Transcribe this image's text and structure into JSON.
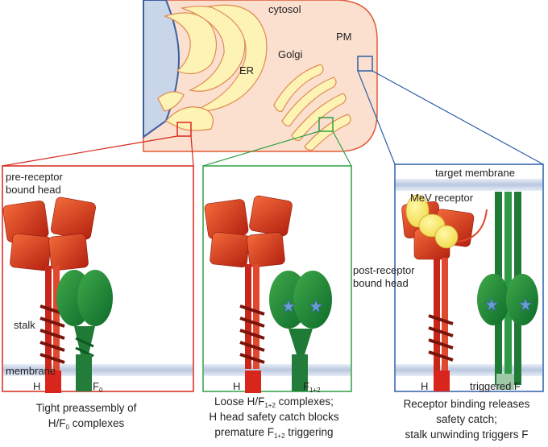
{
  "cell": {
    "cytosol": "cytosol",
    "golgi": "Golgi",
    "er": "ER",
    "pm": "PM"
  },
  "panel1": {
    "head_line1": "pre-receptor",
    "head_line2": "bound head",
    "stalk": "stalk",
    "membrane": "membrane",
    "h": "H",
    "f": "F",
    "f_sub": "0",
    "caption_line1": "Tight preassembly of",
    "caption_line2_pre": "H/F",
    "caption_line2_sub": "0",
    "caption_line2_post": " complexes"
  },
  "panel2": {
    "h": "H",
    "f": "F",
    "f_sub": "1+2",
    "caption_line1_pre": "Loose H/F",
    "caption_line1_sub": "1+2",
    "caption_line1_post": " complexes;",
    "caption_line2": "H head safety catch blocks",
    "caption_line3_pre": "premature F",
    "caption_line3_sub": "1+2",
    "caption_line3_post": " triggering"
  },
  "panel3": {
    "target_membrane": "target membrane",
    "receptor": "MeV receptor",
    "head_line1": "post-receptor",
    "head_line2": "bound head",
    "h": "H",
    "triggered": "triggered F",
    "caption_line1": "Receptor binding releases",
    "caption_line2": "safety catch;",
    "caption_line3": "stalk unwinding triggers F"
  },
  "colors": {
    "cell_fill": "#fbe0cf",
    "cell_border": "#e05a3a",
    "nucleus": "#c9d6ea",
    "golgi_fill": "#fdf3b5",
    "box_red": "#d9261c",
    "box_green": "#2ea043",
    "box_blue": "#2f5fa8",
    "membrane": "#c7d3e8"
  }
}
